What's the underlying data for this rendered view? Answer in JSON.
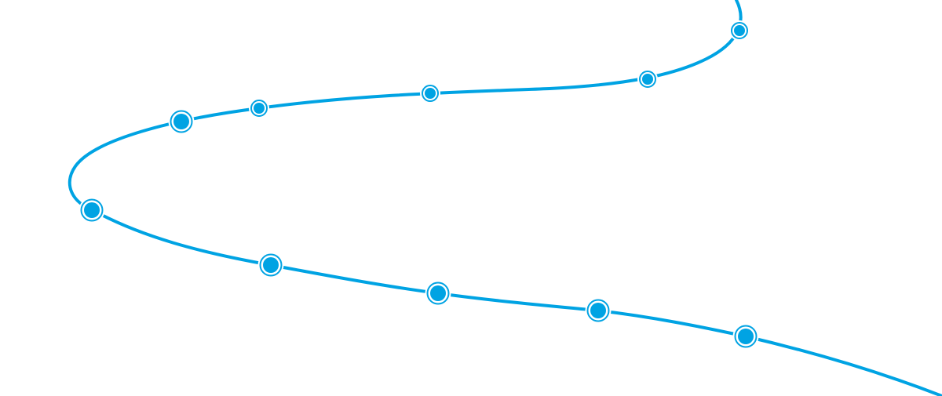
{
  "colors": {
    "path": "#00a3e3",
    "marker_fill": "#00a3e3",
    "marker_ring": "#00a3e3",
    "background": "#ffffff"
  },
  "timeline": {
    "milestones": [
      {
        "id": "m1",
        "emphasis": "small"
      },
      {
        "id": "m2",
        "emphasis": "small"
      },
      {
        "id": "m3",
        "emphasis": "small"
      },
      {
        "id": "m4",
        "emphasis": "small"
      },
      {
        "id": "m5",
        "emphasis": "large"
      },
      {
        "id": "m6",
        "emphasis": "large"
      },
      {
        "id": "m7",
        "emphasis": "large"
      },
      {
        "id": "m8",
        "emphasis": "large"
      },
      {
        "id": "m9",
        "emphasis": "large"
      },
      {
        "id": "m10",
        "emphasis": "large"
      }
    ]
  }
}
